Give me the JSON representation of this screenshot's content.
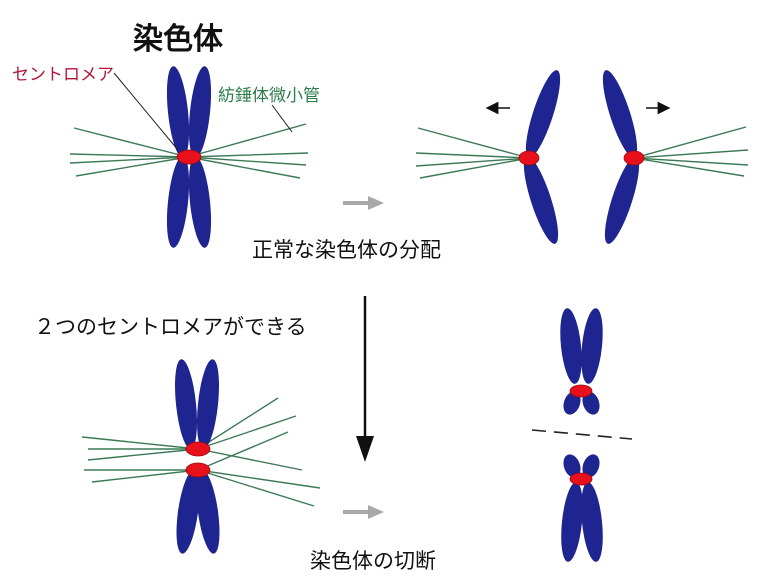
{
  "title": "染色体",
  "labels": {
    "centromere": "セントロメア",
    "spindle": "紡錘体微小管"
  },
  "captions": {
    "normal": "正常な染色体の分配",
    "dicentric": "２つのセントロメアができる",
    "breakage": "染色体の切断"
  },
  "colors": {
    "chromatid": "#1f2590",
    "centromere": "#e8101a",
    "microtubule": "#3c7a56",
    "arrow_gray": "#a8a8a8",
    "text": "#111111",
    "centromere_label": "#b3163a",
    "spindle_label": "#2e7d4a"
  }
}
